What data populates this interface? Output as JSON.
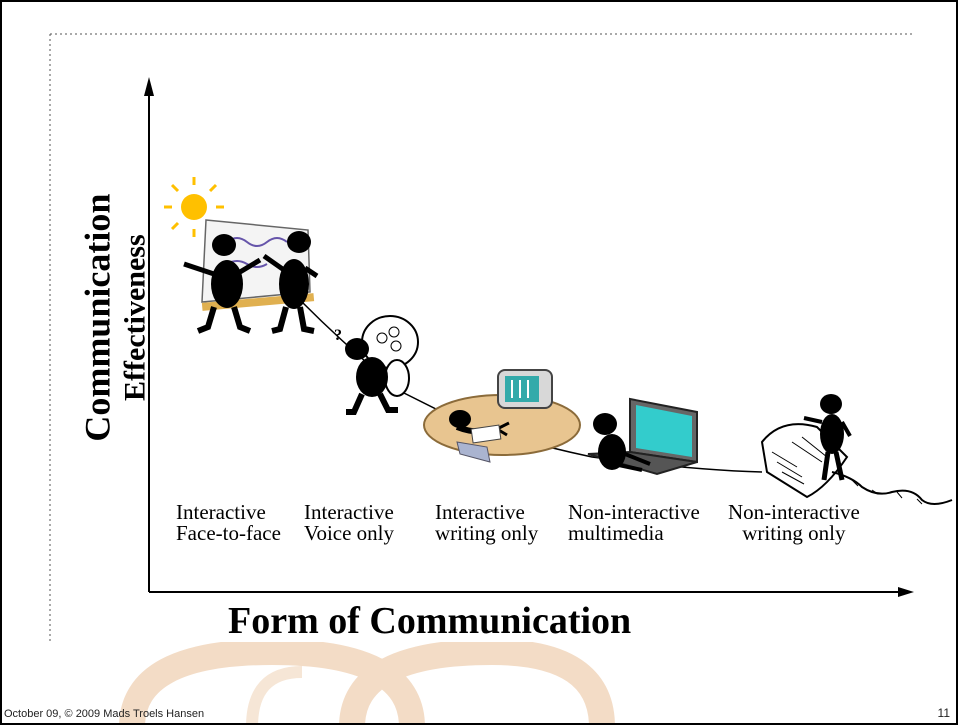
{
  "slide": {
    "y_axis_title_line1": "Communication",
    "y_axis_title_line2": "Effectiveness",
    "x_axis_title": "Form of Communication",
    "footer": "October 09, © 2009 Mads Troels Hansen",
    "page_number": "11"
  },
  "categories": [
    {
      "line1": "Interactive",
      "line2": "Face-to-face"
    },
    {
      "line1": "Interactive",
      "line2": "Voice only"
    },
    {
      "line1": "Interactive",
      "line2": "writing only"
    },
    {
      "line1": "Non-interactive",
      "line2": "multimedia"
    },
    {
      "line1": "Non-interactive",
      "line2": "writing only"
    }
  ],
  "colors": {
    "sun": "#ffc000",
    "table": "#e8c590",
    "screen": "#33cccc",
    "figure": "#000000"
  }
}
